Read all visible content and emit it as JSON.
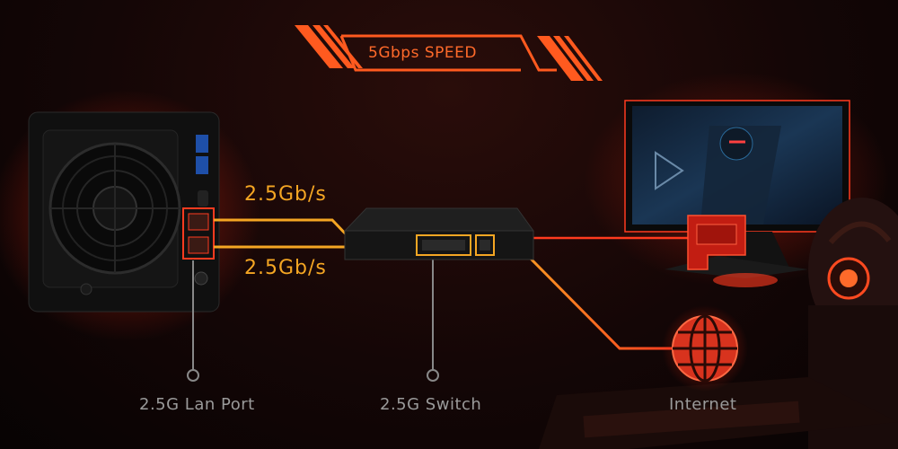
{
  "banner": {
    "speed_label": "5Gbps SPEED"
  },
  "links": {
    "upper_rate": "2.5Gb/s",
    "lower_rate": "2.5Gb/s"
  },
  "captions": {
    "nas_port": "2.5G Lan Port",
    "switch": "2.5G Switch",
    "internet": "Internet"
  },
  "colors": {
    "accent_orange": "#ff6a2a",
    "link_yellow": "#f5a623",
    "link_red": "#ff3b1f",
    "caption_grey": "#9a9a9a"
  },
  "icons": [
    "nas-device",
    "network-switch",
    "gaming-monitor",
    "globe-icon",
    "network-card",
    "gamer-with-headset"
  ]
}
